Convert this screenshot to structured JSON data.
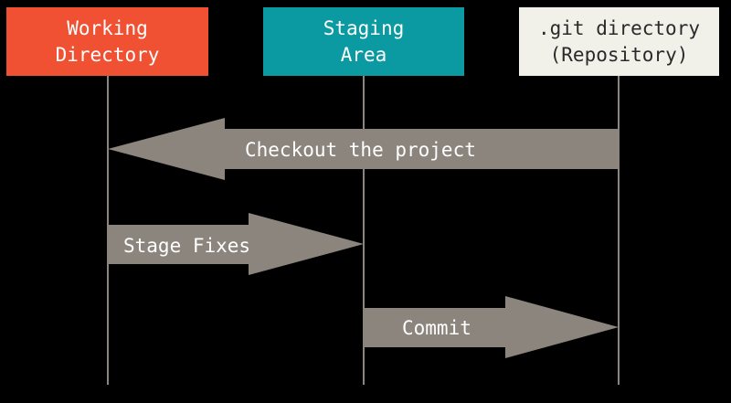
{
  "areas": {
    "working": {
      "line1": "Working",
      "line2": "Directory",
      "color": "#f05133"
    },
    "staging": {
      "line1": "Staging",
      "line2": "Area",
      "color": "#0c9aa2"
    },
    "repository": {
      "line1": ".git directory",
      "line2": "(Repository)",
      "color": "#f1f0e9"
    }
  },
  "flows": [
    {
      "label": "Checkout the project",
      "from": "repository",
      "to": "working"
    },
    {
      "label": "Stage Fixes",
      "from": "working",
      "to": "staging"
    },
    {
      "label": "Commit",
      "from": "staging",
      "to": "repository"
    }
  ],
  "colors": {
    "background": "#000000",
    "arrow": "#8c857d",
    "lifeline": "#8c857d"
  }
}
